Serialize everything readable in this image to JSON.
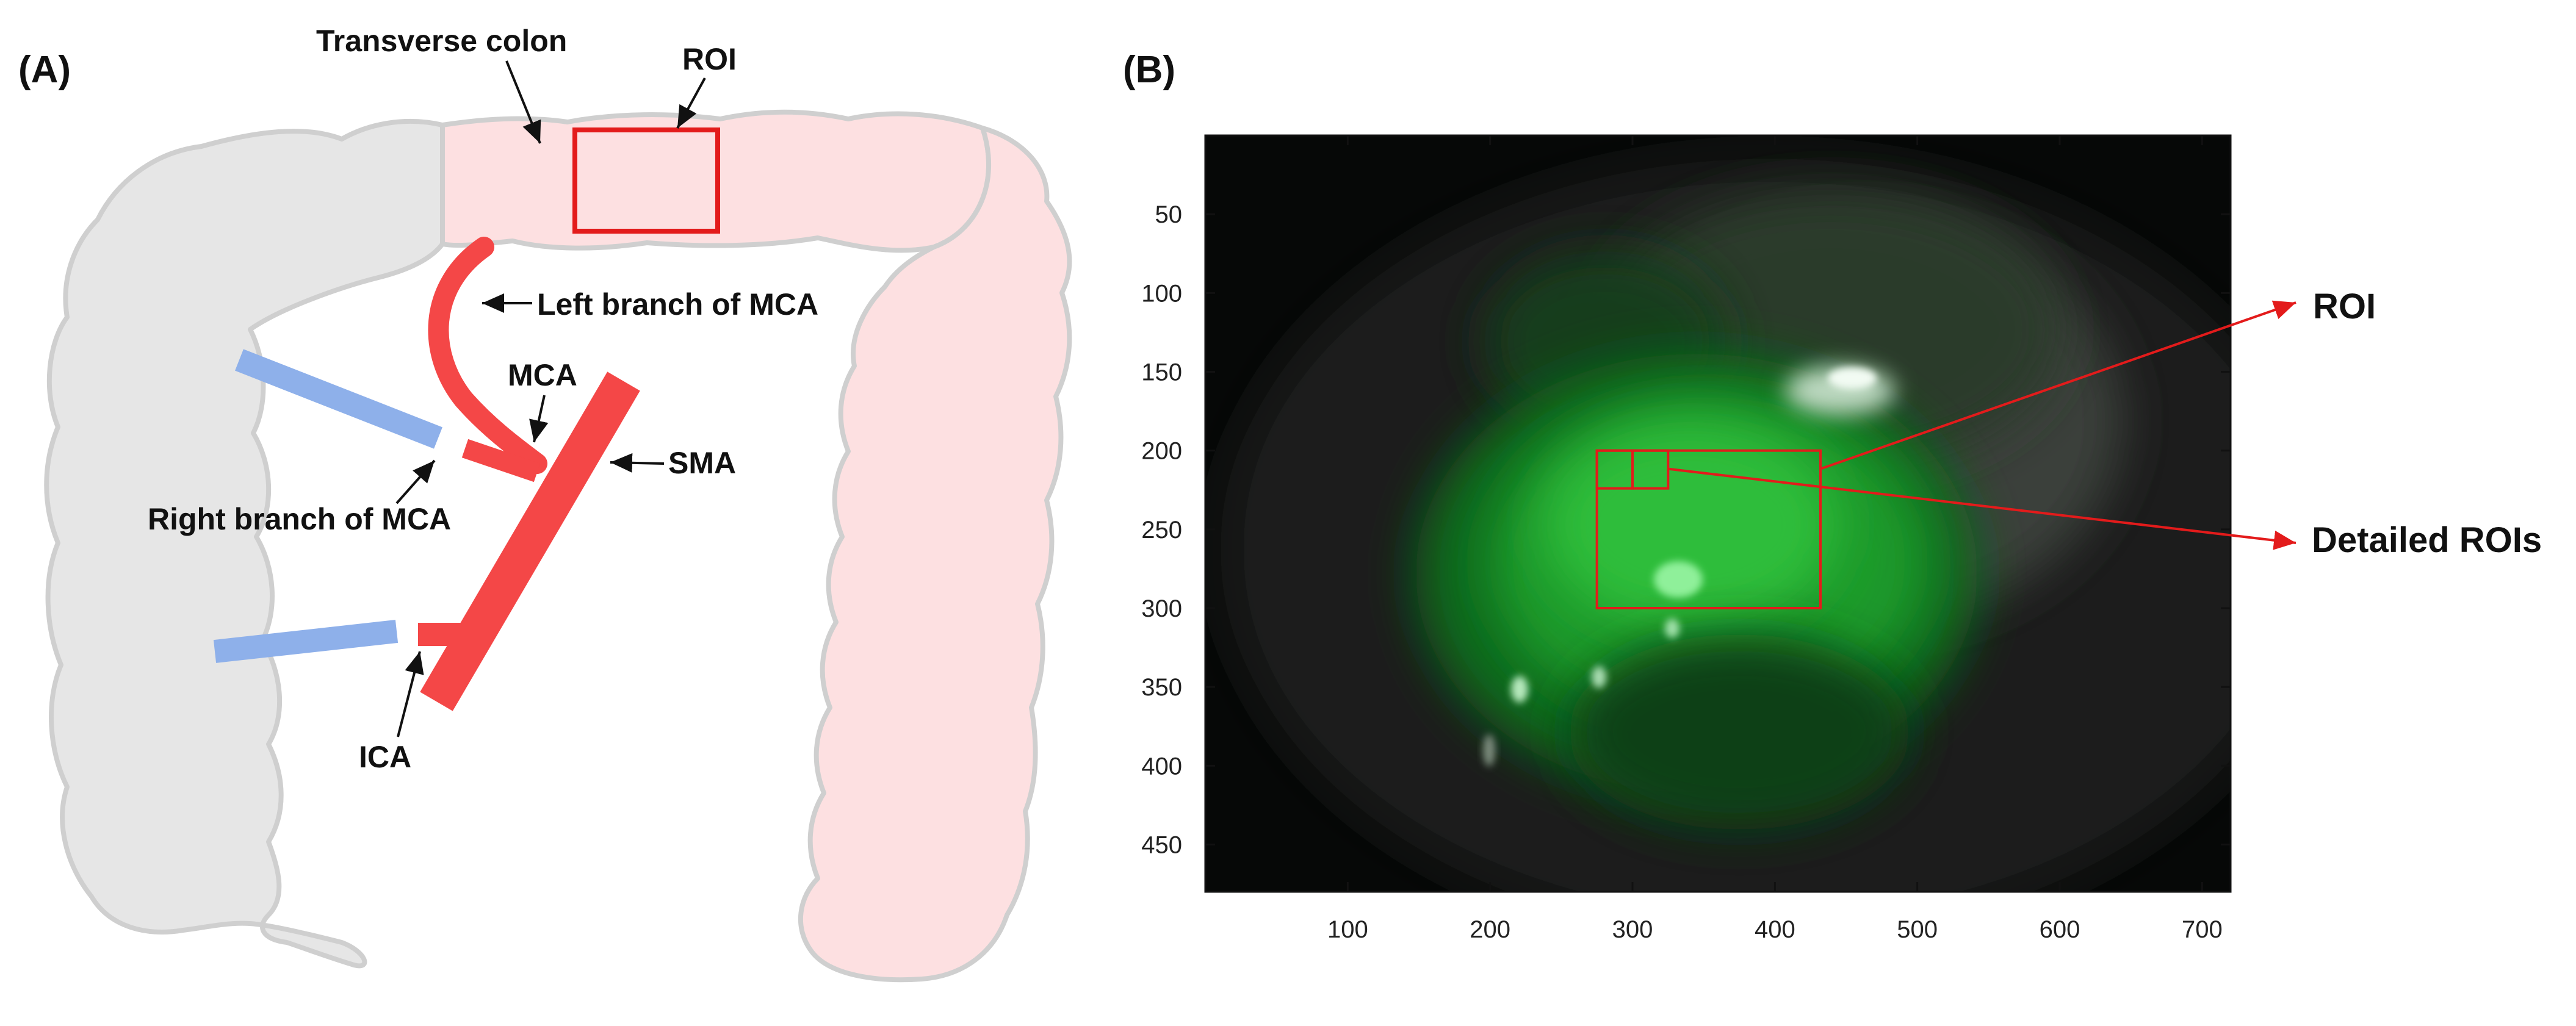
{
  "panel_a": {
    "label": "(A)",
    "annotations": {
      "transverse_colon": "Transverse colon",
      "roi": "ROI",
      "left_branch_mca": "Left branch of MCA",
      "mca": "MCA",
      "sma": "SMA",
      "right_branch_mca": "Right branch of MCA",
      "ica": "ICA"
    },
    "colors": {
      "colon_gray": "#e6e6e6",
      "colon_pink": "#fde0e1",
      "colon_outline": "#cfcfcf",
      "artery": "#f44747",
      "vein": "#8eb0ea",
      "roi_box": "#e31b1b"
    }
  },
  "panel_b": {
    "label": "(B)",
    "x_ticks": [
      "100",
      "200",
      "300",
      "400",
      "500",
      "600",
      "700"
    ],
    "y_ticks": [
      "50",
      "100",
      "150",
      "200",
      "250",
      "300",
      "350",
      "400",
      "450"
    ],
    "roi_rect": {
      "x0": 275,
      "x1": 432,
      "y0": 200,
      "y1": 300
    },
    "detail_rects": [
      {
        "x0": 275,
        "x1": 300,
        "y0": 200,
        "y1": 224
      },
      {
        "x0": 300,
        "x1": 325,
        "y0": 200,
        "y1": 224
      }
    ],
    "callouts": {
      "roi": "ROI",
      "detailed_rois": "Detailed ROIs"
    },
    "colors": {
      "image_bg": "#060807",
      "fluorescence": "#1fa32a",
      "box": "#e31b1b"
    }
  }
}
